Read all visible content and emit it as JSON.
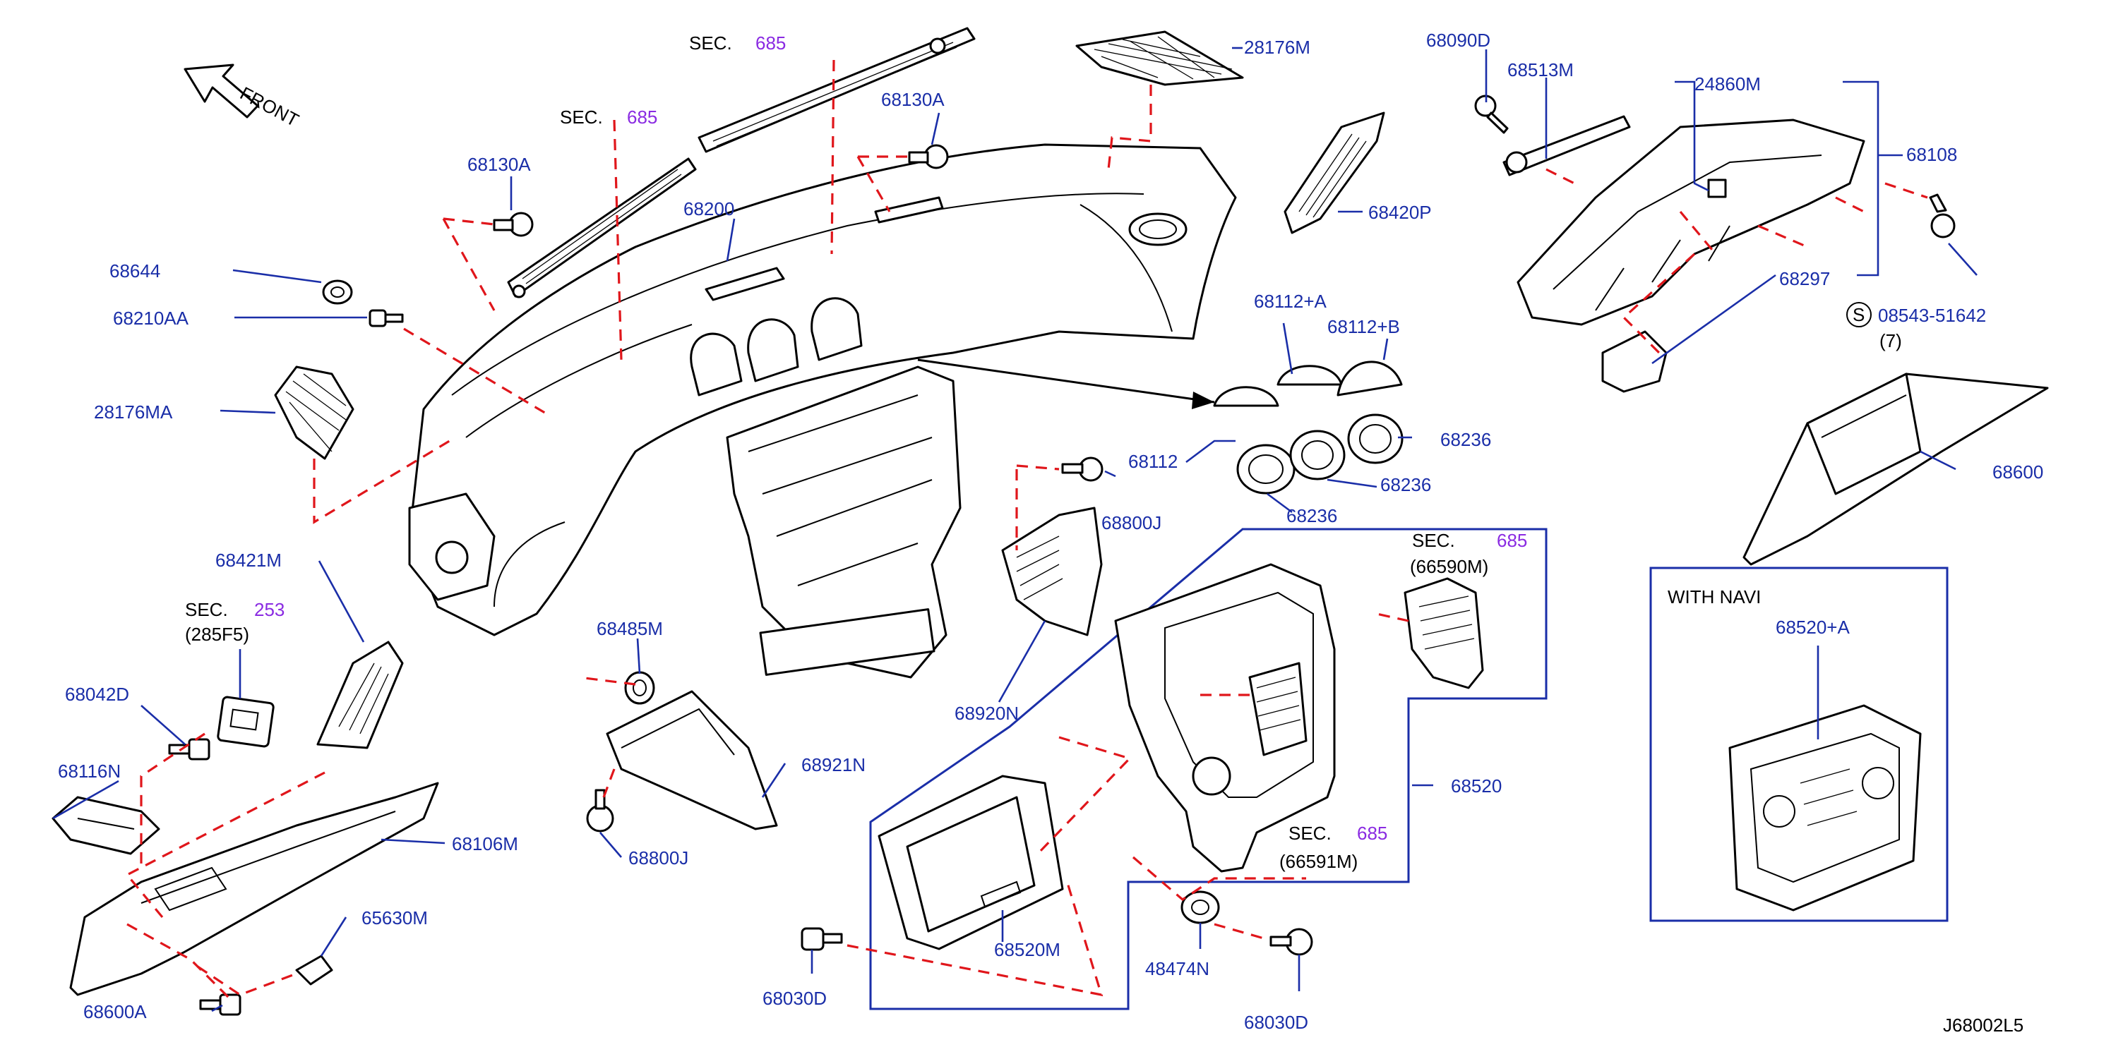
{
  "diagram_id": "J68002L5",
  "front_label": "FRONT",
  "with_navi_label": "WITH NAVI",
  "screw_symbol": "S",
  "sec_prefix": "SEC.",
  "sec_refs": [
    {
      "id": "sec-685-a",
      "num": "685",
      "sub": ""
    },
    {
      "id": "sec-685-b",
      "num": "685",
      "sub": ""
    },
    {
      "id": "sec-253",
      "num": "253",
      "sub": "(285F5)"
    },
    {
      "id": "sec-685-c",
      "num": "685",
      "sub": "(66590M)"
    },
    {
      "id": "sec-685-d",
      "num": "685",
      "sub": "(66591M)"
    }
  ],
  "labels": {
    "p28176M": "28176M",
    "p68090D": "68090D",
    "p68513M": "68513M",
    "p24860M": "24860M",
    "p68108": "68108",
    "p68130A_top": "68130A",
    "p68130A_left": "68130A",
    "p68200": "68200",
    "p68420P": "68420P",
    "p68644": "68644",
    "p68210AA": "68210AA",
    "p28176MA": "28176MA",
    "p68112A": "68112+A",
    "p68112B": "68112+B",
    "p68112": "68112",
    "p68236_a": "68236",
    "p68236_b": "68236",
    "p68236_c": "68236",
    "p68297": "68297",
    "p08543": "08543-51642",
    "p08543_qty": "(7)",
    "p68600": "68600",
    "p68800J_a": "68800J",
    "p68421M": "68421M",
    "p68485M": "68485M",
    "p68920N": "68920N",
    "p68042D": "68042D",
    "p68116N": "68116N",
    "p68921N": "68921N",
    "p68106M": "68106M",
    "p68800J_b": "68800J",
    "p65630M": "65630M",
    "p68600A": "68600A",
    "p68520": "68520",
    "p68520A": "68520+A",
    "p68520M": "68520M",
    "p68030D_a": "68030D",
    "p68030D_b": "68030D",
    "p48474N": "48474N"
  }
}
